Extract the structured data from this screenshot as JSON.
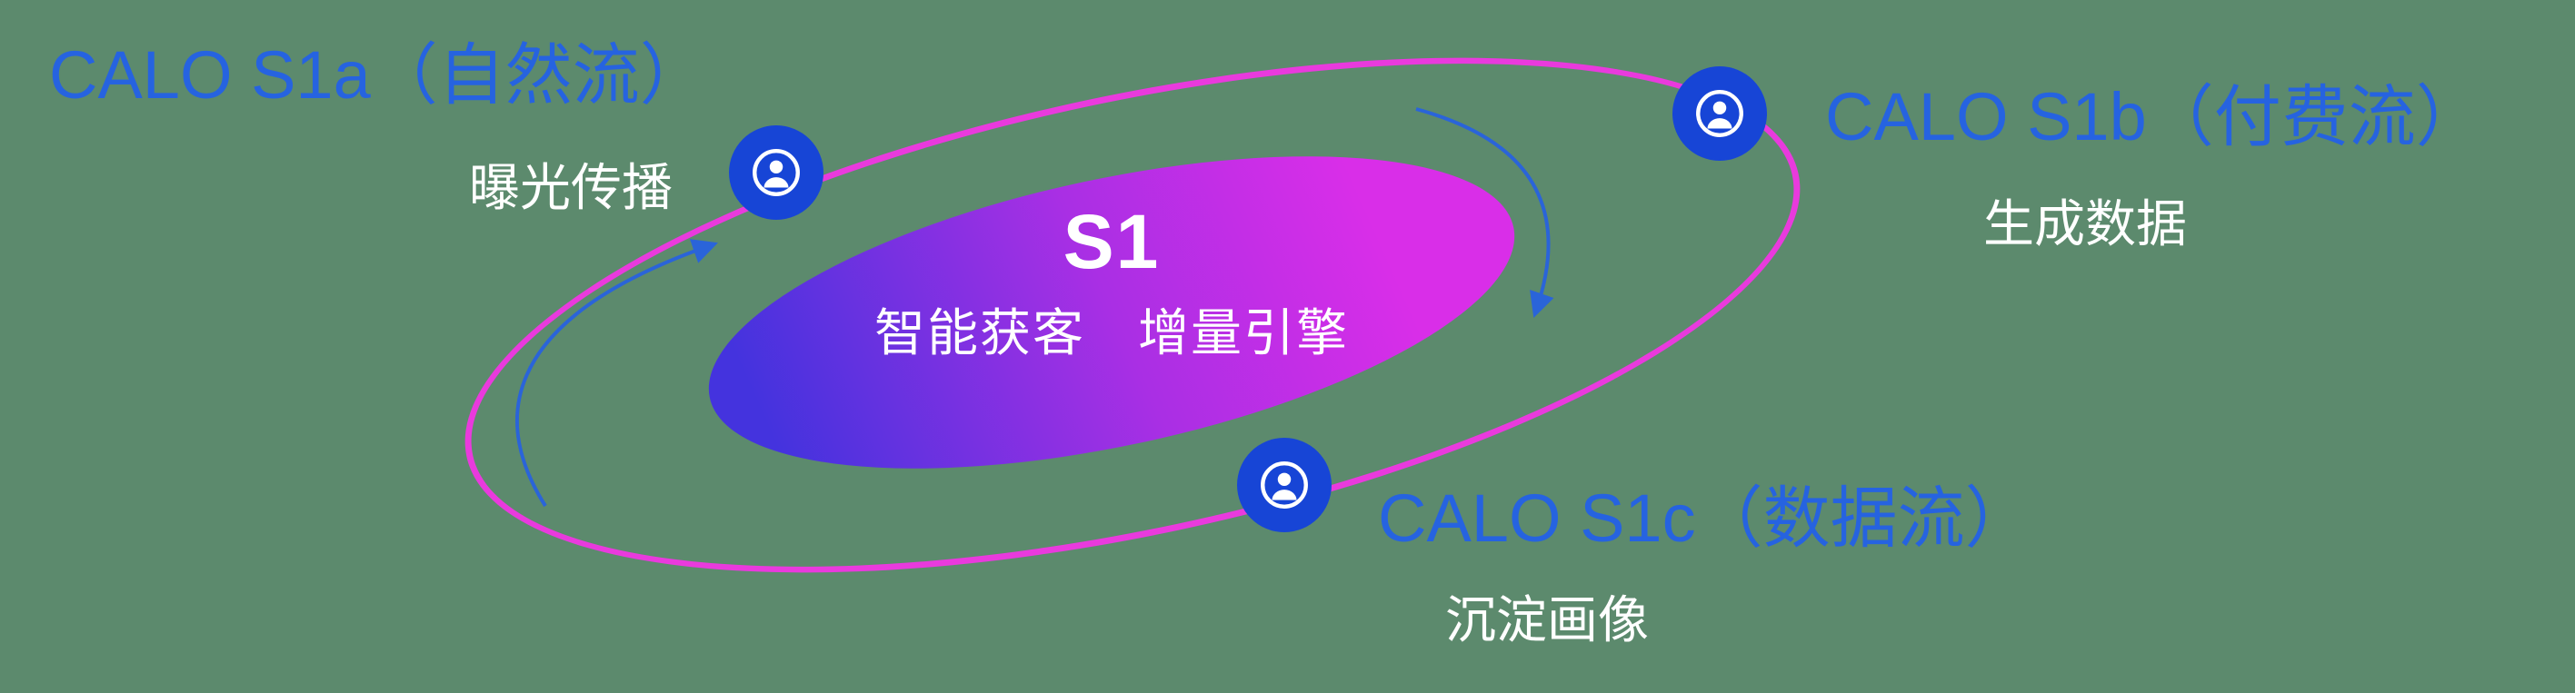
{
  "center": {
    "title": "S1",
    "subtitle": "智能获客　增量引擎"
  },
  "nodes": [
    {
      "label": "CALO S1a（自然流）",
      "sublabel": "曝光传播",
      "icon": "user-icon"
    },
    {
      "label": "CALO S1b（付费流）",
      "sublabel": "生成数据",
      "icon": "user-icon"
    },
    {
      "label": "CALO S1c（数据流）",
      "sublabel": "沉淀画像",
      "icon": "user-icon"
    }
  ],
  "colors": {
    "background": "#5c8a6d",
    "label_blue": "#2663e0",
    "sub_label_white": "#ffffff",
    "orbit_stroke": "#e93add",
    "core_gradient_start": "#4433de",
    "core_gradient_end": "#d92ee8",
    "node_circle_blue": "#1745d6",
    "arrow_blue": "#2a64d9"
  }
}
